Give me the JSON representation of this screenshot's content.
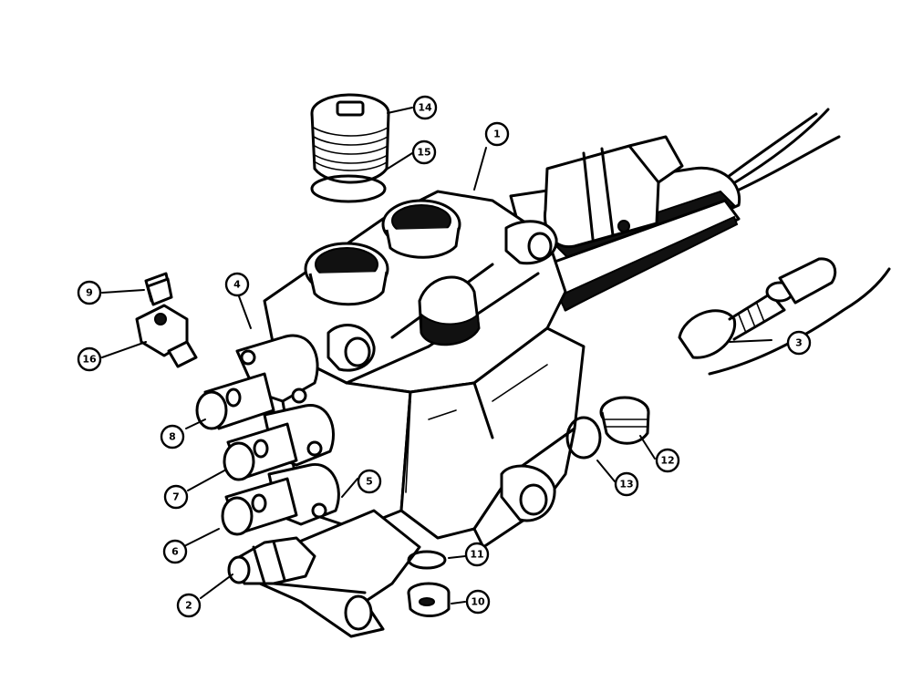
{
  "callouts": [
    {
      "id": "part-1",
      "label": "1"
    },
    {
      "id": "part-2",
      "label": "2"
    },
    {
      "id": "part-3",
      "label": "3"
    },
    {
      "id": "part-4",
      "label": "4"
    },
    {
      "id": "part-5",
      "label": "5"
    },
    {
      "id": "part-6",
      "label": "6"
    },
    {
      "id": "part-7",
      "label": "7"
    },
    {
      "id": "part-8",
      "label": "8"
    },
    {
      "id": "part-9",
      "label": "9"
    },
    {
      "id": "part-10",
      "label": "10"
    },
    {
      "id": "part-11",
      "label": "11"
    },
    {
      "id": "part-12",
      "label": "12"
    },
    {
      "id": "part-13",
      "label": "13"
    },
    {
      "id": "part-14",
      "label": "14"
    },
    {
      "id": "part-15",
      "label": "15"
    },
    {
      "id": "part-16",
      "label": "16"
    }
  ]
}
